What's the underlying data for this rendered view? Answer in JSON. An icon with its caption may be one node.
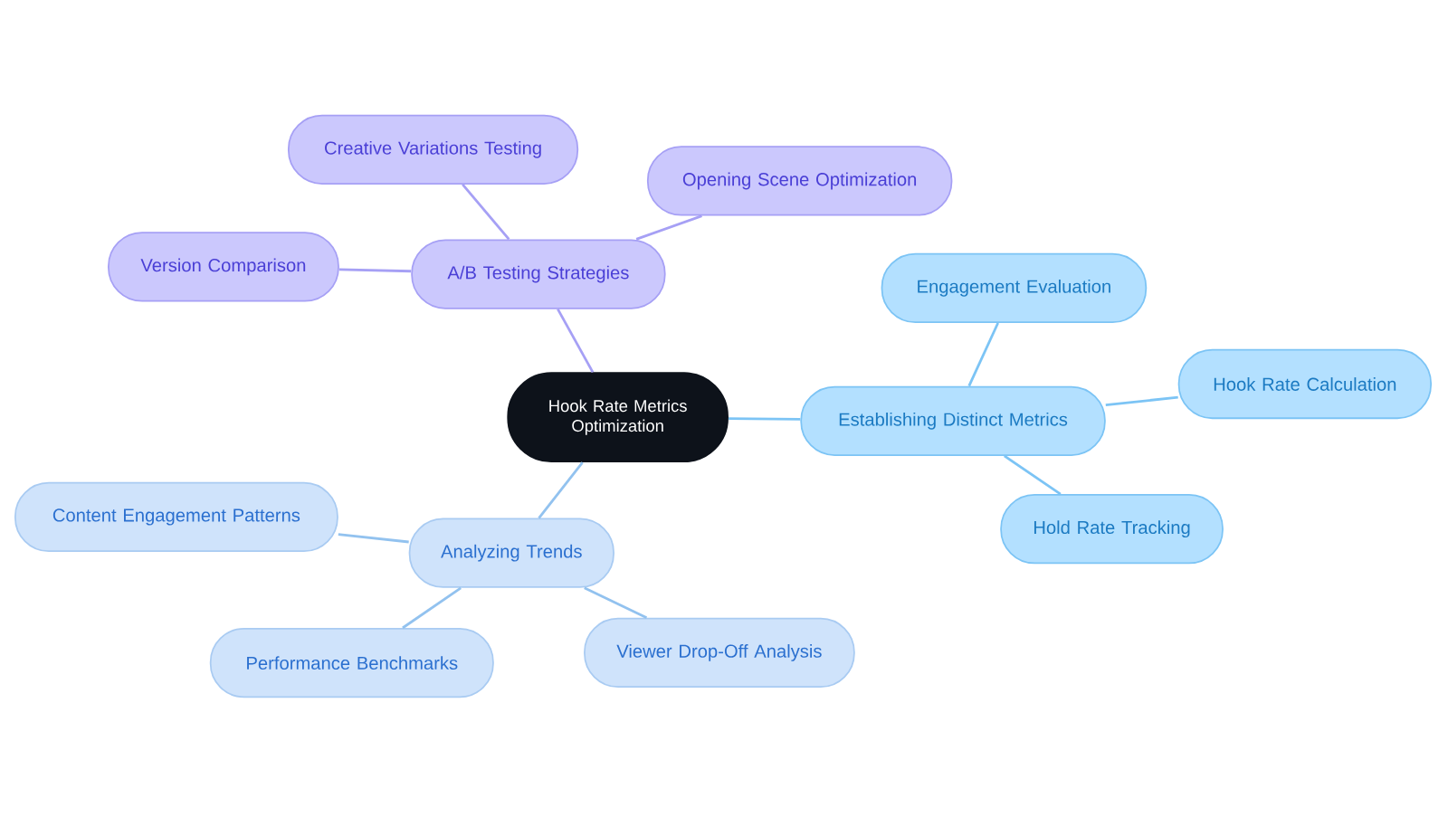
{
  "diagram": {
    "nodes": [
      {
        "text": [
          "Hook Rate Metrics Optimization"
        ]
      },
      {
        "text": [
          "A/B Testing Strategies"
        ]
      },
      {
        "text": [
          "Creative Variations Testing"
        ]
      },
      {
        "text": [
          "Opening Scene Optimization"
        ]
      },
      {
        "text": [
          "Version Comparison"
        ]
      },
      {
        "text": [
          "Establishing Distinct Metrics"
        ]
      },
      {
        "text": [
          "Engagement Evaluation"
        ]
      },
      {
        "text": [
          "Hook Rate Calculation"
        ]
      },
      {
        "text": [
          "Hold Rate Tracking"
        ]
      },
      {
        "text": [
          "Analyzing Trends"
        ]
      },
      {
        "text": [
          "Content Engagement Patterns"
        ]
      },
      {
        "text": [
          "Performance Benchmarks"
        ]
      },
      {
        "text": [
          "Viewer Drop-Off Analysis"
        ]
      }
    ],
    "edges": [
      {
        "from": 0,
        "to": 1,
        "arrow": "none",
        "color": "#a6a0f5"
      },
      {
        "from": 1,
        "to": 2,
        "arrow": "none",
        "color": "#a6a0f5"
      },
      {
        "from": 1,
        "to": 3,
        "arrow": "none",
        "color": "#a6a0f5"
      },
      {
        "from": 1,
        "to": 4,
        "arrow": "none",
        "color": "#a6a0f5"
      },
      {
        "from": 0,
        "to": 5,
        "arrow": "none",
        "color": "#7cc4f5"
      },
      {
        "from": 5,
        "to": 6,
        "arrow": "none",
        "color": "#7cc4f5"
      },
      {
        "from": 5,
        "to": 7,
        "arrow": "none",
        "color": "#7cc4f5"
      },
      {
        "from": 5,
        "to": 8,
        "arrow": "none",
        "color": "#7cc4f5"
      },
      {
        "from": 0,
        "to": 9,
        "arrow": "none",
        "color": "#92c2ef"
      },
      {
        "from": 9,
        "to": 10,
        "arrow": "none",
        "color": "#92c2ef"
      },
      {
        "from": 9,
        "to": 11,
        "arrow": "none",
        "color": "#92c2ef"
      },
      {
        "from": 9,
        "to": 12,
        "arrow": "none",
        "color": "#92c2ef"
      }
    ]
  }
}
